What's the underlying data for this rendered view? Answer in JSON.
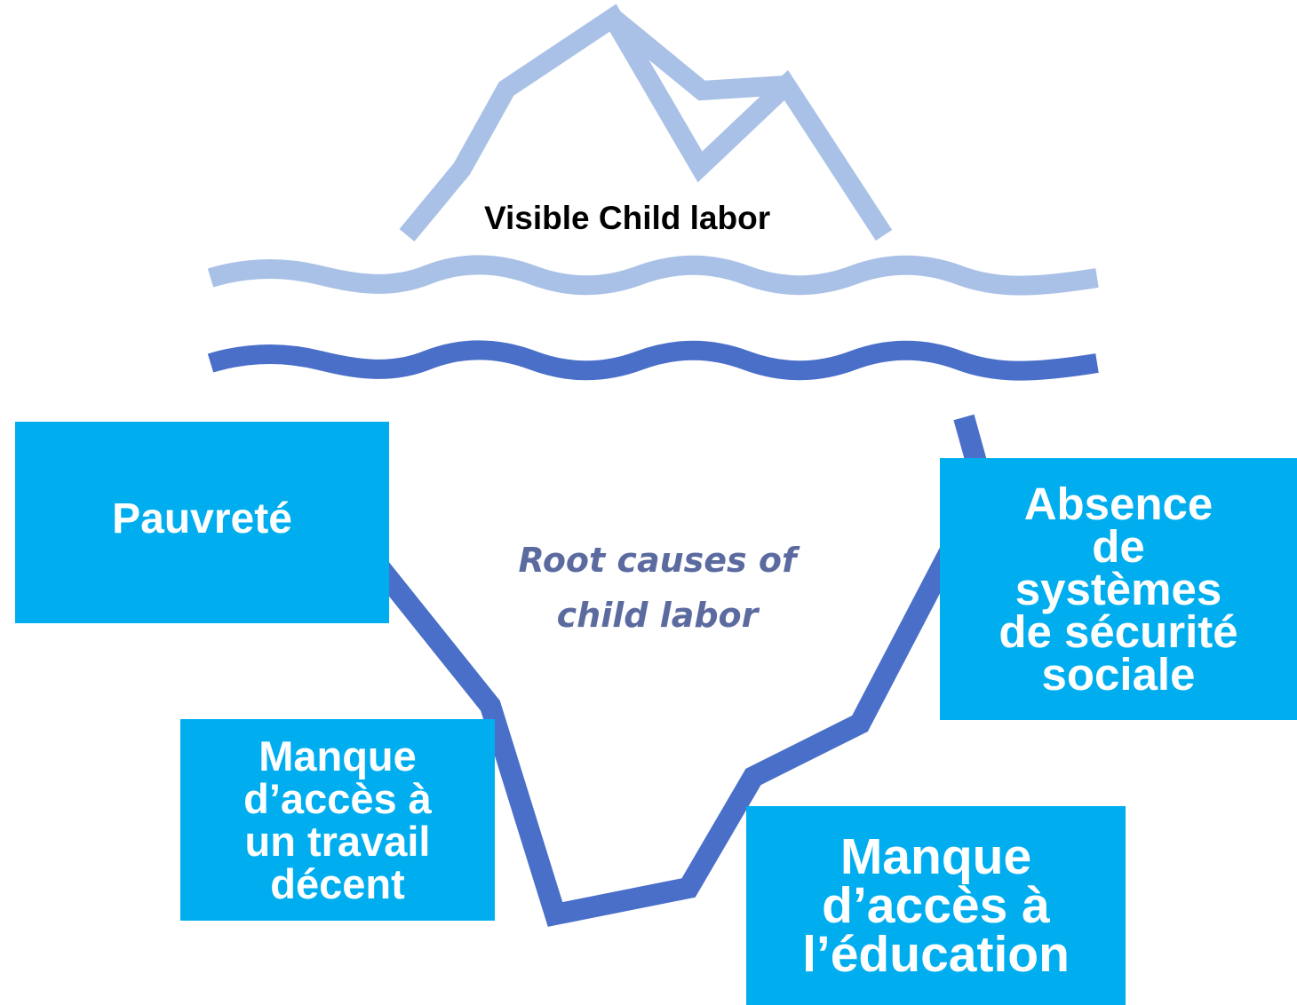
{
  "visible_label": "Visible Child labor",
  "root_label": [
    "Root causes of",
    "child labor"
  ],
  "causes": {
    "pauvrete": [
      "Pauvreté"
    ],
    "absence_securite": [
      "Absence",
      "de",
      "systèmes",
      "de sécurité",
      "sociale"
    ],
    "travail_decent": [
      "Manque",
      "d’accès à",
      "un travail",
      "décent"
    ],
    "education": [
      "Manque",
      "d’accès à",
      "l’éducation"
    ]
  },
  "colors": {
    "iceberg_top": "#a9c1e6",
    "water_light": "#a9c1e6",
    "water_dark": "#4a6fc9",
    "iceberg_bottom": "#4a6fc9",
    "cause_box": "#00aeef",
    "cause_text": "#ffffff"
  }
}
